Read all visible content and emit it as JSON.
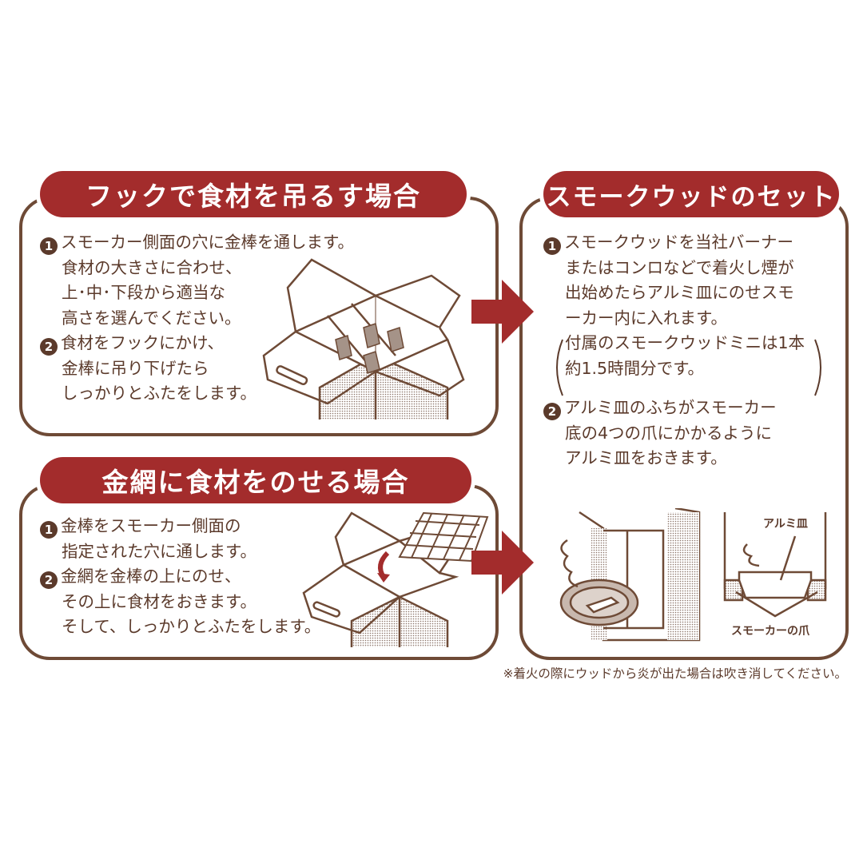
{
  "hook_section": {
    "title": "フックで食材を吊るす場合",
    "steps": [
      {
        "number": "1",
        "lines": [
          "スモーカー側面の穴に金棒を通します。",
          "食材の大きさに合わせ、",
          "上･中･下段から適当な",
          "高さを選んでください。"
        ]
      },
      {
        "number": "2",
        "lines": [
          "食材をフックにかけ、",
          "金棒に吊り下げたら",
          "しっかりとふたをします。"
        ]
      }
    ]
  },
  "grill_section": {
    "title": "金網に食材をのせる場合",
    "steps": [
      {
        "number": "1",
        "lines": [
          "金棒をスモーカー側面の",
          "指定された穴に通します。"
        ]
      },
      {
        "number": "2",
        "lines": [
          "金網を金棒の上にのせ、",
          "その上に食材をおきます。",
          "そして、しっかりとふたをします。"
        ]
      }
    ]
  },
  "wood_section": {
    "title": "スモークウッドのセット",
    "steps": [
      {
        "number": "1",
        "lines": [
          "スモークウッドを当社バーナー",
          "またはコンロなどで着火し煙が",
          "出始めたらアルミ皿にのせスモ",
          "ーカー内に入れます。"
        ],
        "note": [
          "付属のスモークウッドミニは1本",
          "約1.5時間分です。"
        ]
      },
      {
        "number": "2",
        "lines": [
          "アルミ皿のふちがスモーカー",
          "底の4つの爪にかかるように",
          "アルミ皿をおきます。"
        ]
      }
    ],
    "diagram_labels": {
      "tray": "アルミ皿",
      "claw": "スモーカーの爪"
    }
  },
  "footnote": "※着火の際にウッドから炎が出た場合は吹き消してください。",
  "colors": {
    "accent": "#a32c2c",
    "border": "#6e4a36",
    "text": "#5b3a2b"
  }
}
